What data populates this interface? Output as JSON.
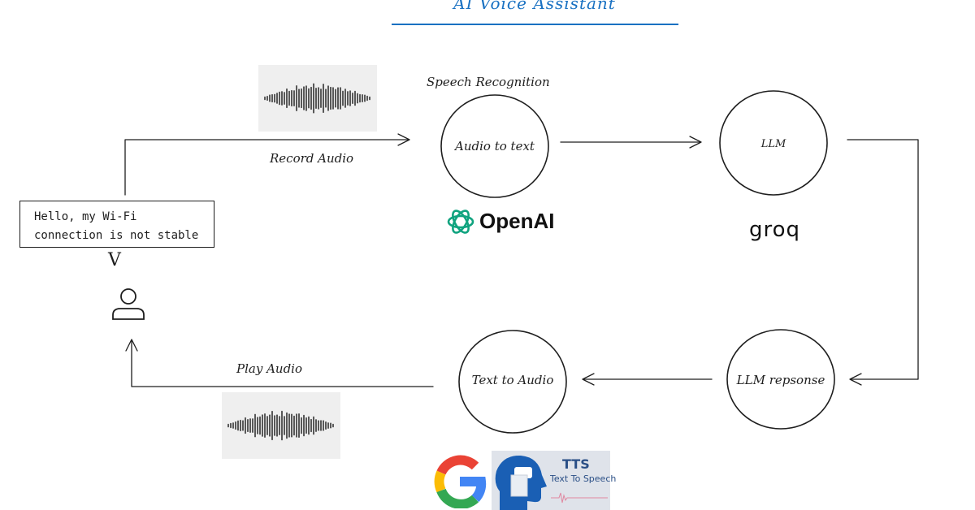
{
  "title": "AI Voice Assistant",
  "user_message": {
    "line1": "Hello, my Wi-Fi",
    "line2": "connection is not stable"
  },
  "user_arrow_glyph": "V",
  "edges": {
    "record_audio": "Record Audio",
    "play_audio": "Play Audio"
  },
  "nodes": {
    "speech_recognition_caption": "Speech Recognition",
    "audio_to_text": "Audio to text",
    "llm": "LLM",
    "llm_response": "LLM repsonse",
    "text_to_audio": "Text to Audio"
  },
  "logos": {
    "openai": "OpenAI",
    "groq": "groq",
    "google": "G",
    "tts_title": "TTS",
    "tts_subtitle": "Text To Speech",
    "tts_quote": "“”"
  },
  "colors": {
    "title": "#1971c2",
    "stroke": "#1e1e1e",
    "waveform_bg": "#efefef",
    "openai_green": "#10a37f",
    "google_red": "#ea4335",
    "google_yellow": "#fbbc05",
    "google_green": "#34a853",
    "google_blue": "#4285f4",
    "tts_blue": "#1a5fb4"
  },
  "icons": [
    "user-icon",
    "waveform-icon",
    "openai-icon",
    "google-icon",
    "tts-head-icon"
  ]
}
